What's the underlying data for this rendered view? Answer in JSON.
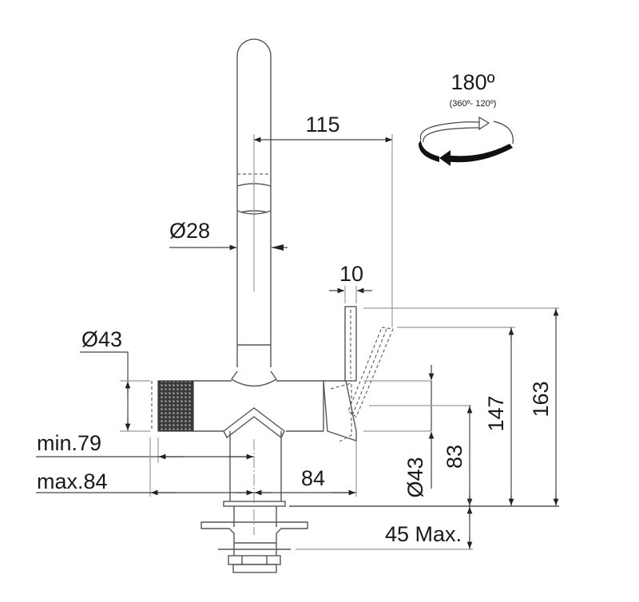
{
  "diagram": {
    "type": "technical-drawing",
    "subject": "kitchen faucet side elevation with dimensions",
    "rotation": {
      "angle_label": "180º",
      "range_label": "(360º- 120º)"
    },
    "dimensions": {
      "spout_reach": "115",
      "spout_diameter": "Ø28",
      "lever_width": "10",
      "body_diameter_left": "Ø43",
      "min_depth": "min.79",
      "max_depth": "max.84",
      "right_offset": "84",
      "body_diameter_right": "Ø43",
      "lever_axis_height": "83",
      "spout_outlet_height": "147",
      "total_height": "163",
      "mount_thickness": "45 Max."
    },
    "colors": {
      "line": "#555555",
      "text": "#1a1a1a",
      "background": "#ffffff",
      "arrow_dark": "#111111"
    }
  }
}
